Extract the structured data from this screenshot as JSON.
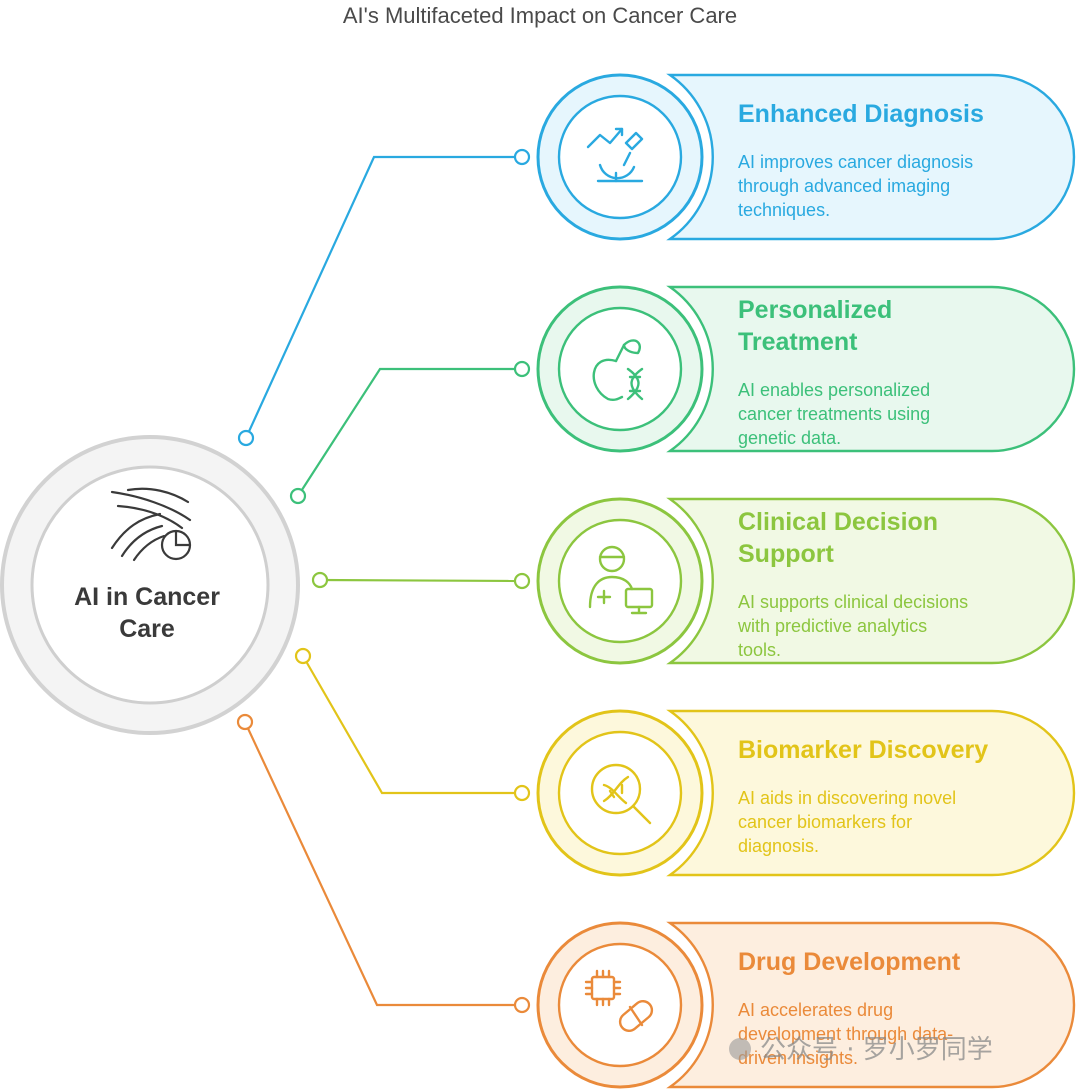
{
  "title": "AI's Multifaceted Impact on Cancer Care",
  "hub": {
    "label_lines": [
      "AI in Cancer",
      "Care"
    ],
    "icon": "ai-analysis-icon"
  },
  "items": [
    {
      "title_lines": [
        "Enhanced Diagnosis"
      ],
      "desc_lines": [
        "AI improves cancer diagnosis",
        "through advanced imaging",
        "techniques."
      ],
      "icon": "microscope-trend-icon",
      "color": "#29a9e0",
      "fill": "#e6f6fd"
    },
    {
      "title_lines": [
        "Personalized",
        "Treatment"
      ],
      "desc_lines": [
        "AI enables personalized",
        "cancer treatments using",
        "genetic data."
      ],
      "icon": "apple-dna-icon",
      "color": "#3cc07a",
      "fill": "#e8f8ee"
    },
    {
      "title_lines": [
        "Clinical Decision",
        "Support"
      ],
      "desc_lines": [
        "AI supports clinical decisions",
        "with predictive analytics",
        "tools."
      ],
      "icon": "doctor-computer-icon",
      "color": "#8cc63f",
      "fill": "#f1f9e4"
    },
    {
      "title_lines": [
        "Biomarker Discovery"
      ],
      "desc_lines": [
        "AI aids in discovering novel",
        "cancer biomarkers for",
        "diagnosis."
      ],
      "icon": "dna-magnifier-icon",
      "color": "#e2c419",
      "fill": "#fdf8dc"
    },
    {
      "title_lines": [
        "Drug Development"
      ],
      "desc_lines": [
        "AI accelerates drug",
        "development through data-",
        "driven insights."
      ],
      "icon": "chip-pill-icon",
      "color": "#ea8a3a",
      "fill": "#fdeedf"
    }
  ],
  "watermark": "公众号 · 罗小罗同学"
}
